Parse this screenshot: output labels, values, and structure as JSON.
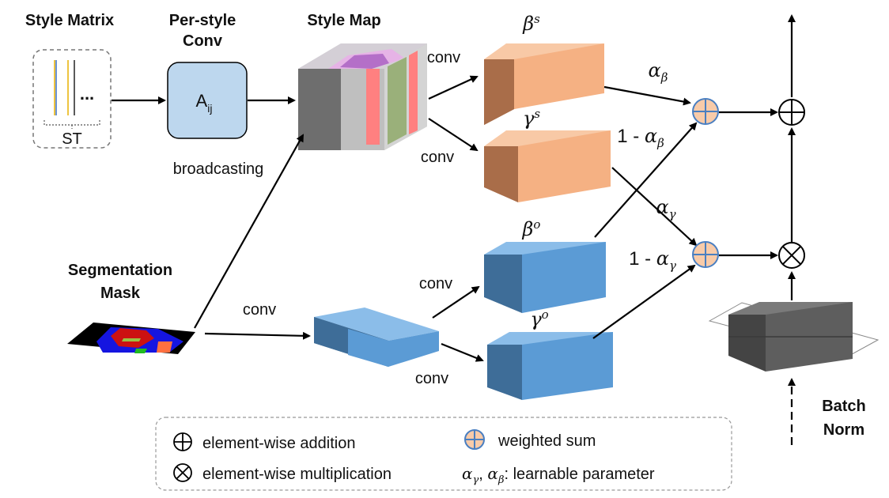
{
  "labels": {
    "style_matrix": "Style Matrix",
    "per_style_1": "Per-style",
    "per_style_2": "Conv",
    "style_map": "Style Map",
    "aij_main": "A",
    "aij_sub": "ij",
    "st": "ST",
    "dots": "...",
    "broadcasting": "broadcasting",
    "seg_1": "Segmentation",
    "seg_2": "Mask",
    "conv": "conv",
    "batch_1": "Batch",
    "batch_2": "Norm",
    "beta": "β",
    "gamma": "γ",
    "sup_s": "s",
    "sup_o": "o",
    "alpha": "α",
    "one_minus": "1 - ",
    "sub_beta": "β",
    "sub_gamma": "γ"
  },
  "legend": {
    "add": "element-wise addition",
    "mul": "element-wise multiplication",
    "wsum": "weighted sum",
    "learnable_suffix": ":  learnable parameter"
  },
  "colors": {
    "orange_front": "#f5b183",
    "orange_top": "#f8c9a6",
    "orange_side": "#a96d49",
    "blue_front": "#5b9bd5",
    "blue_top": "#8bbde9",
    "blue_side": "#3e6d98",
    "gray_front": "#5e5e5e",
    "gray_top": "#7a7a7a",
    "gray_side": "#444444",
    "conv_box": "#bdd7ee"
  }
}
